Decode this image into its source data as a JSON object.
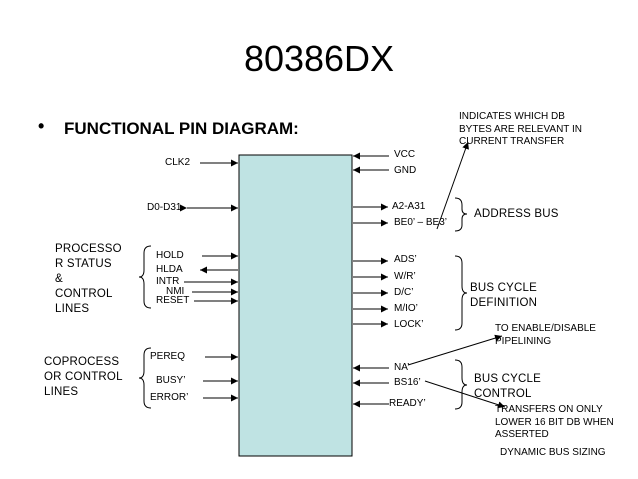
{
  "title": "80386DX",
  "bullet": "•",
  "heading": "FUNCTIONAL PIN DIAGRAM:",
  "left_pins": {
    "clk2": "CLK2",
    "data": "D0-D31",
    "hold": "HOLD",
    "hlda": "HLDA",
    "intr": "INTR",
    "nmi": "NMI",
    "reset": "RESET",
    "pereq": "PEREQ",
    "busy": "BUSY’",
    "error": "ERROR’"
  },
  "right_pins": {
    "vcc": "VCC",
    "gnd": "GND",
    "addr": "A2-A31",
    "be": "BE0’ – BE3’",
    "ads": "ADS’",
    "wr": "W/R’",
    "dc": "D/C’",
    "mio": "M/IO’",
    "lock": "LOCK’",
    "na": "NA’",
    "bs16": "BS16’",
    "ready": "READY’"
  },
  "groups": {
    "processor_status": [
      "PROCESSO",
      "R STATUS",
      "&",
      "CONTROL",
      "LINES"
    ],
    "coprocessor": [
      "COPROCESS",
      "OR CONTROL",
      "LINES"
    ],
    "address_bus": "ADDRESS BUS",
    "bus_cycle_def": [
      "BUS CYCLE",
      "DEFINITION"
    ],
    "bus_cycle_ctrl": [
      "BUS CYCLE",
      "CONTROL"
    ]
  },
  "notes": {
    "be_note": [
      "INDICATES WHICH DB",
      "BYTES ARE RELEVANT IN",
      "CURRENT TRANSFER"
    ],
    "na_note": [
      "TO ENABLE/DISABLE",
      "PIPELINING"
    ],
    "bs16_note": [
      "TRANSFERS ON ONLY",
      "LOWER 16 BIT DB WHEN",
      "ASSERTED"
    ],
    "dynamic": "DYNAMIC BUS SIZING"
  },
  "colors": {
    "chip_fill": "#bfe3e3",
    "line": "#000000"
  }
}
